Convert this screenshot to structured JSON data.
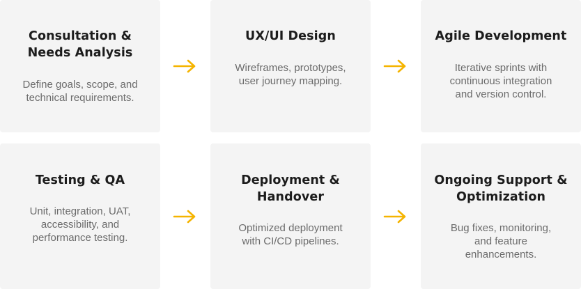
{
  "colors": {
    "card_background": "#f4f4f4",
    "title_text": "#1c1c1c",
    "description_text": "#6b6b6b",
    "arrow": "#f5b400"
  },
  "icons": {
    "connector": "arrow-right-icon"
  },
  "steps": [
    {
      "title_line1": "Consultation &",
      "title_line2": "Needs Analysis",
      "desc_line1": "Define goals, scope, and",
      "desc_line2": "technical requirements.",
      "desc_line3": ""
    },
    {
      "title_line1": "UX/UI Design",
      "title_line2": "",
      "desc_line1": "Wireframes, prototypes,",
      "desc_line2": "user journey mapping.",
      "desc_line3": ""
    },
    {
      "title_line1": "Agile Development",
      "title_line2": "",
      "desc_line1": "Iterative sprints with",
      "desc_line2": "continuous integration",
      "desc_line3": "and version control."
    },
    {
      "title_line1": "Testing & QA",
      "title_line2": "",
      "desc_line1": "Unit, integration, UAT,",
      "desc_line2": "accessibility, and",
      "desc_line3": "performance testing."
    },
    {
      "title_line1": "Deployment &",
      "title_line2": "Handover",
      "desc_line1": "Optimized deployment",
      "desc_line2": "with CI/CD pipelines.",
      "desc_line3": ""
    },
    {
      "title_line1": "Ongoing Support &",
      "title_line2": "Optimization",
      "desc_line1": "Bug fixes, monitoring,",
      "desc_line2": "and feature",
      "desc_line3": "enhancements."
    }
  ]
}
